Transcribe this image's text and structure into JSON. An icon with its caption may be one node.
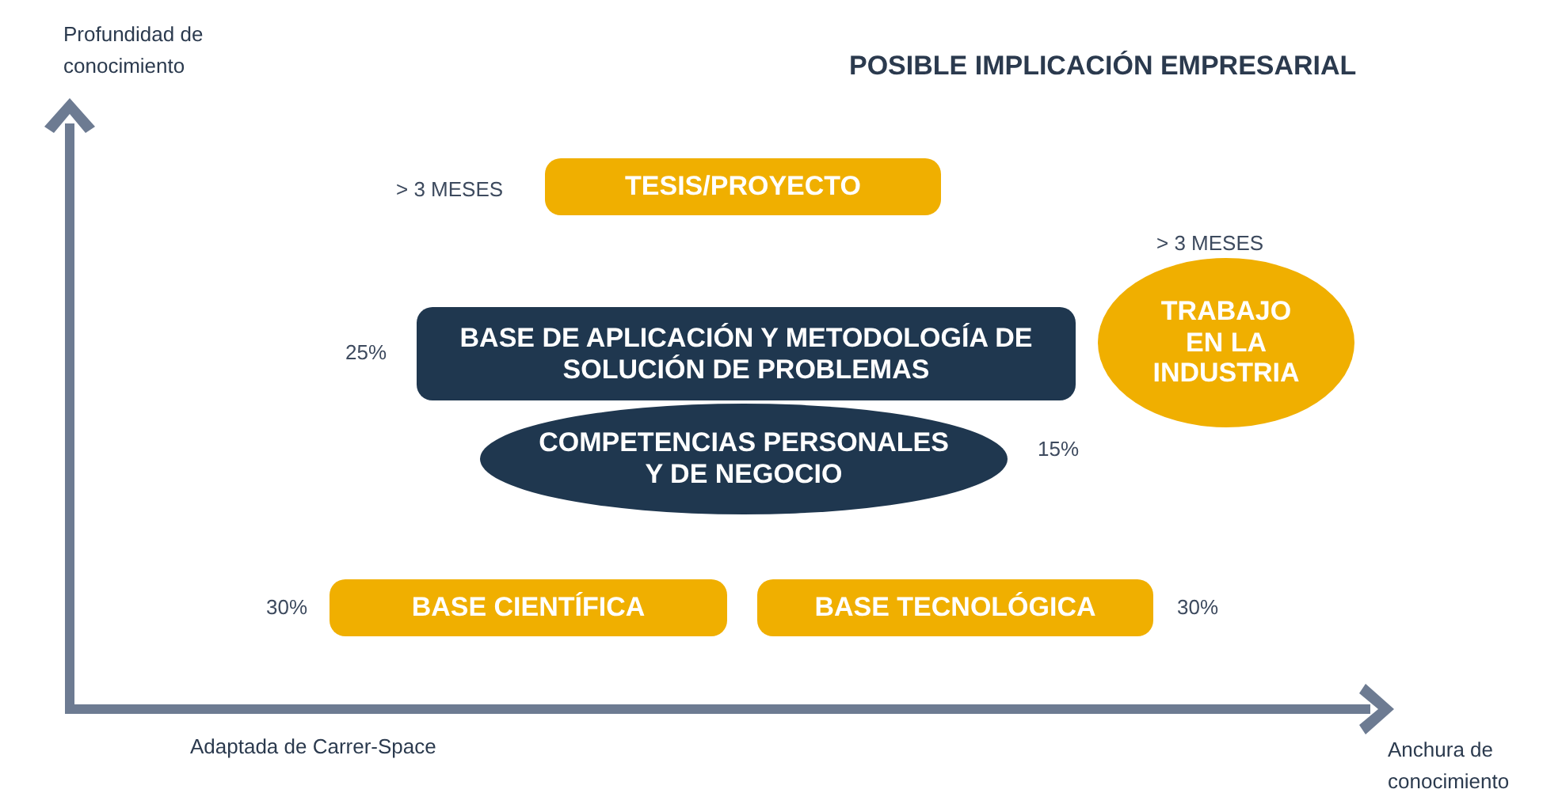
{
  "diagram": {
    "title": "POSIBLE IMPLICACIÓN EMPRESARIAL",
    "caption": "Adaptada de Carrer-Space",
    "nodes": [
      {
        "text": [
          "TESIS/PROYECTO"
        ],
        "beside": [
          "> 3 MESES"
        ]
      },
      {
        "text": [
          "BASE DE APLICACIÓN Y METODOLOGÍA DE SOLUCIÓN DE PROBLEMAS"
        ],
        "beside": [
          "25%"
        ]
      },
      {
        "text": [
          "TRABAJO EN LA INDUSTRIA"
        ],
        "beside": [
          "> 3 MESES"
        ]
      },
      {
        "text": [
          "COMPETENCIAS PERSONALES Y DE NEGOCIO"
        ],
        "beside": [
          "15%"
        ]
      },
      {
        "text": [
          "BASE CIENTÍFICA"
        ],
        "beside": [
          "30%"
        ]
      },
      {
        "text": [
          "BASE TECNOLÓGICA"
        ],
        "beside": [
          "30%"
        ]
      }
    ],
    "labels": [
      "Profundidad de conocimiento",
      "Anchura de conocimiento"
    ]
  }
}
